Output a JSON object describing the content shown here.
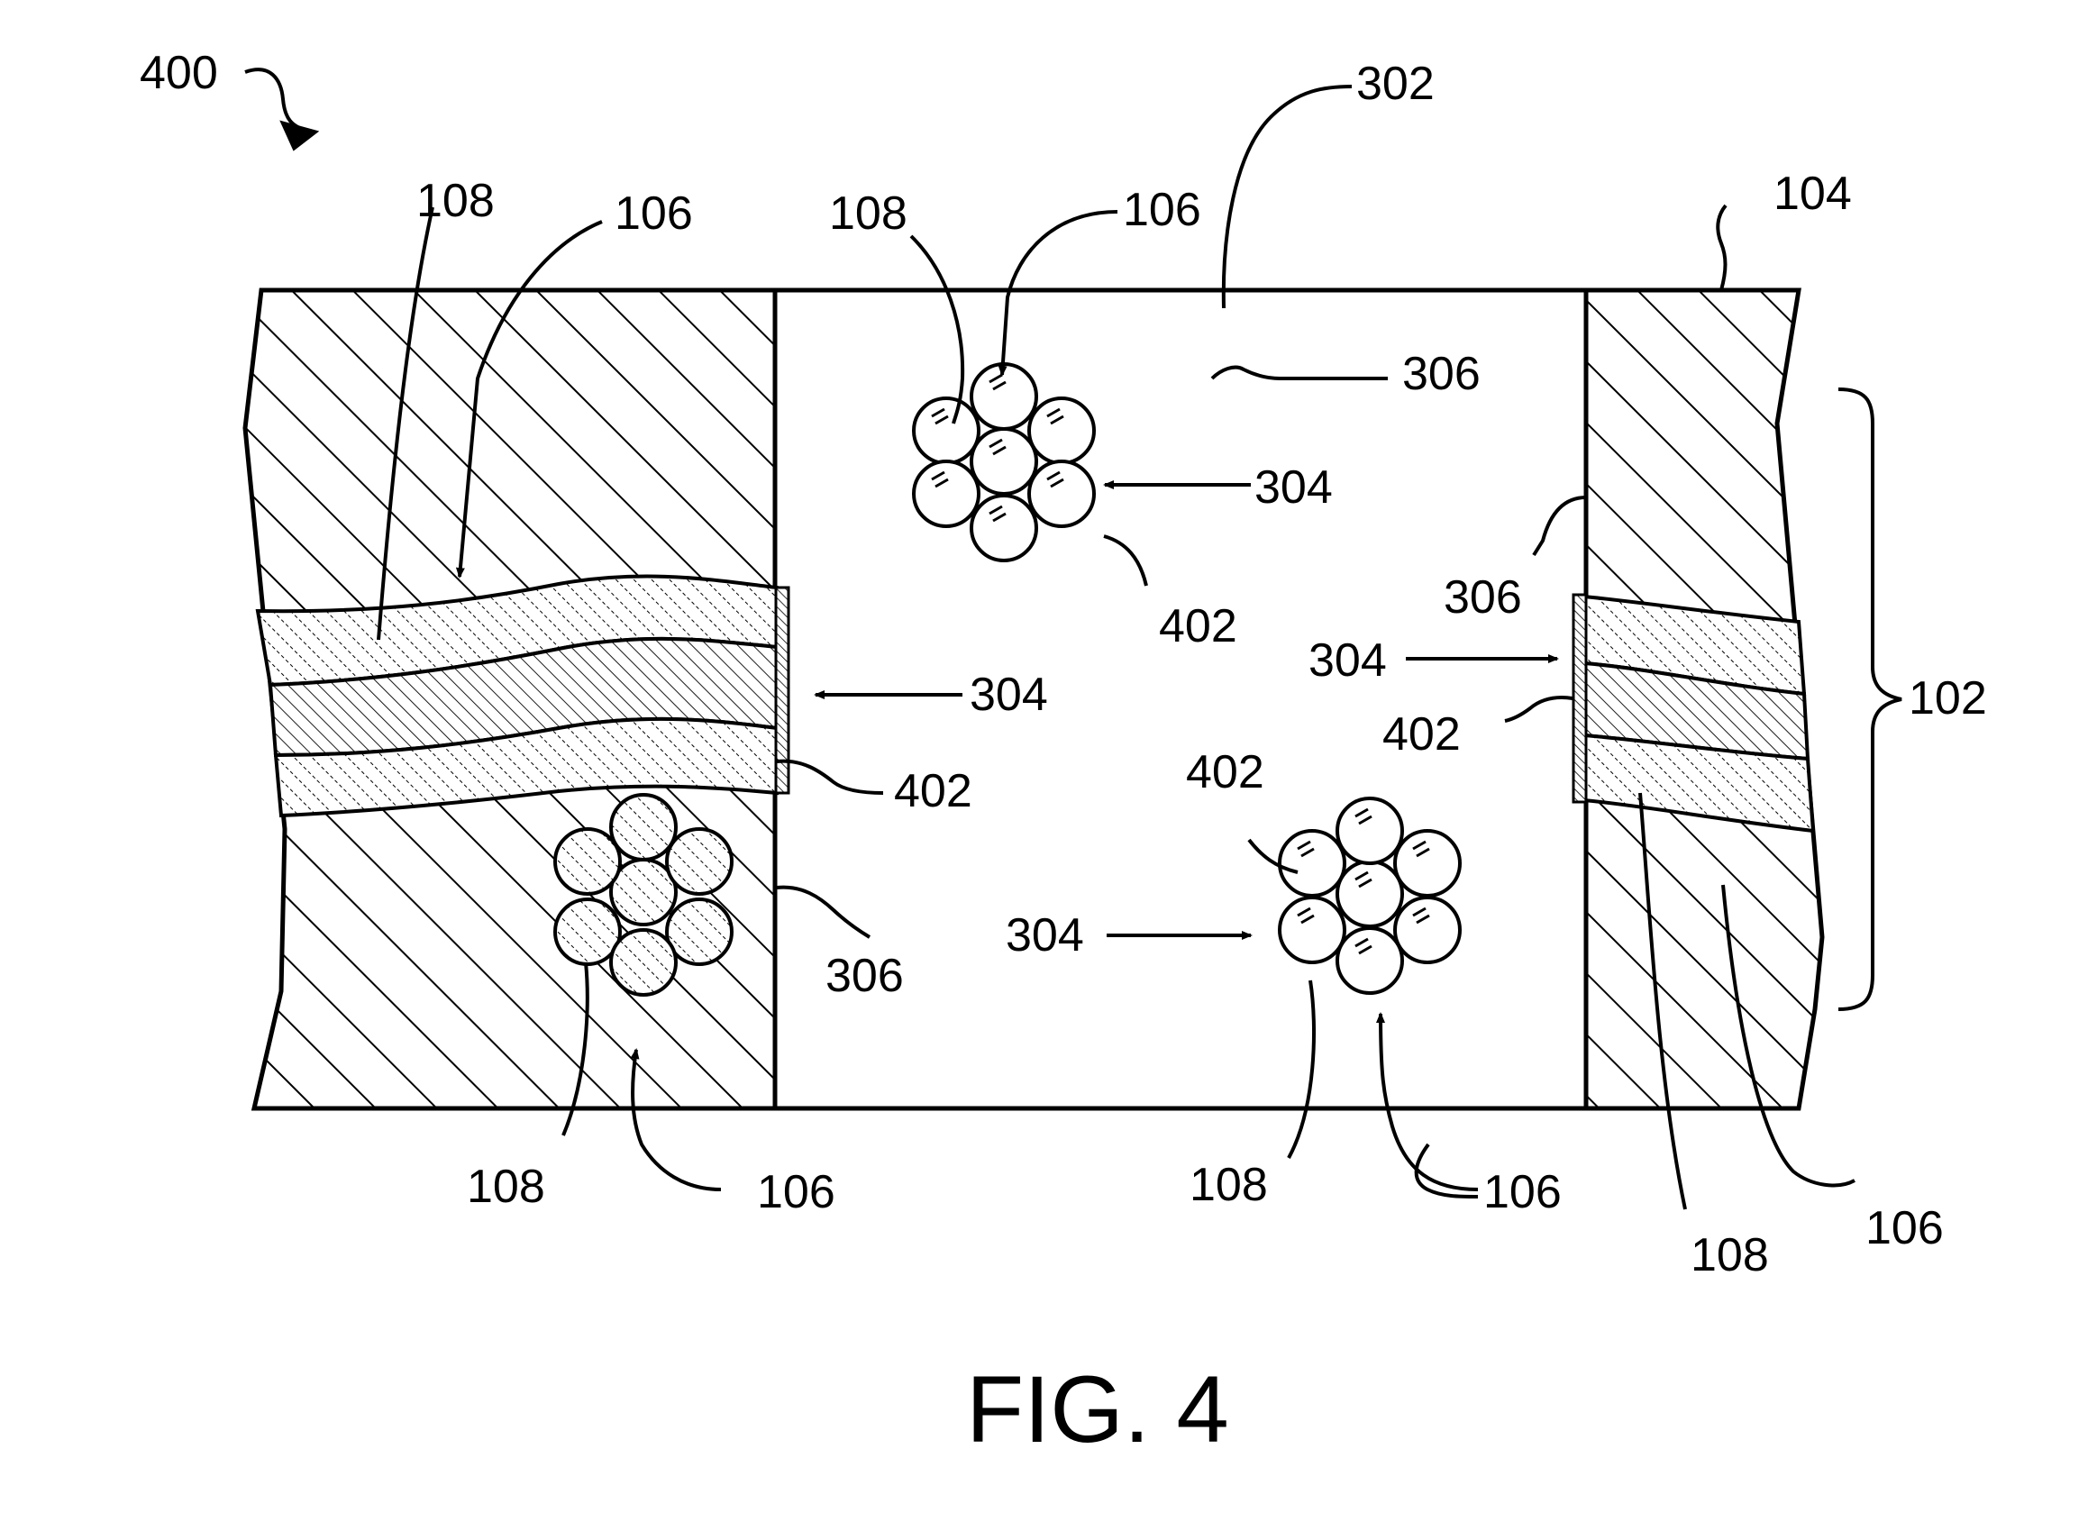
{
  "figure": {
    "caption": "FIG. 4",
    "labels": {
      "l400": "400",
      "l302": "302",
      "l104": "104",
      "l102": "102",
      "l108_tl": "108",
      "l106_tl": "106",
      "l108_tc": "108",
      "l106_tc": "106",
      "l306_top": "306",
      "l304_tc": "304",
      "l402_tc": "402",
      "l304_left": "304",
      "l402_left": "402",
      "l306_left": "306",
      "l108_bl": "108",
      "l106_bl": "106",
      "l306_right": "306",
      "l304_right": "304",
      "l402_right": "402",
      "l402_bc": "402",
      "l304_bc": "304",
      "l108_bc": "108",
      "l106_bc": "106",
      "l108_br": "108",
      "l106_br": "106"
    }
  }
}
